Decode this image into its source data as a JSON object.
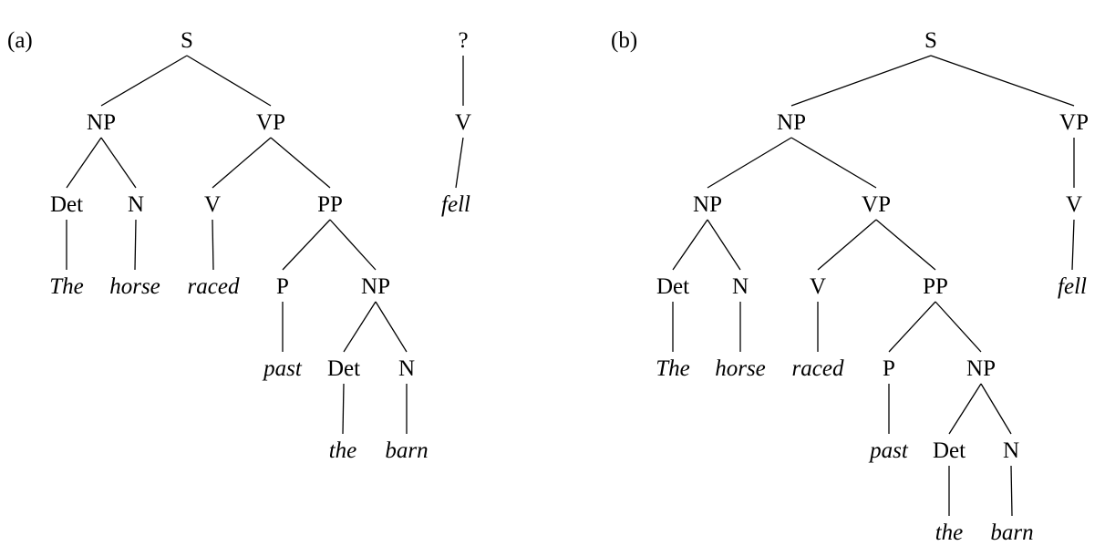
{
  "panels": [
    {
      "label": "(a)",
      "trees": [
        {
          "root": {
            "label": "S",
            "type": "cat",
            "children": [
              {
                "label": "NP",
                "type": "cat",
                "children": [
                  {
                    "label": "Det",
                    "type": "cat",
                    "children": [
                      {
                        "label": "The",
                        "type": "word"
                      }
                    ]
                  },
                  {
                    "label": "N",
                    "type": "cat",
                    "children": [
                      {
                        "label": "horse",
                        "type": "word"
                      }
                    ]
                  }
                ]
              },
              {
                "label": "VP",
                "type": "cat",
                "children": [
                  {
                    "label": "V",
                    "type": "cat",
                    "children": [
                      {
                        "label": "raced",
                        "type": "word"
                      }
                    ]
                  },
                  {
                    "label": "PP",
                    "type": "cat",
                    "children": [
                      {
                        "label": "P",
                        "type": "cat",
                        "children": [
                          {
                            "label": "past",
                            "type": "word"
                          }
                        ]
                      },
                      {
                        "label": "NP",
                        "type": "cat",
                        "children": [
                          {
                            "label": "Det",
                            "type": "cat",
                            "children": [
                              {
                                "label": "the",
                                "type": "word"
                              }
                            ]
                          },
                          {
                            "label": "N",
                            "type": "cat",
                            "children": [
                              {
                                "label": "barn",
                                "type": "word"
                              }
                            ]
                          }
                        ]
                      }
                    ]
                  }
                ]
              }
            ]
          }
        },
        {
          "root": {
            "label": "?",
            "type": "cat",
            "children": [
              {
                "label": "V",
                "type": "cat",
                "children": [
                  {
                    "label": "fell",
                    "type": "word"
                  }
                ]
              }
            ]
          }
        }
      ]
    },
    {
      "label": "(b)",
      "trees": [
        {
          "root": {
            "label": "S",
            "type": "cat",
            "children": [
              {
                "label": "NP",
                "type": "cat",
                "children": [
                  {
                    "label": "NP",
                    "type": "cat",
                    "children": [
                      {
                        "label": "Det",
                        "type": "cat",
                        "children": [
                          {
                            "label": "The",
                            "type": "word"
                          }
                        ]
                      },
                      {
                        "label": "N",
                        "type": "cat",
                        "children": [
                          {
                            "label": "horse",
                            "type": "word"
                          }
                        ]
                      }
                    ]
                  },
                  {
                    "label": "VP",
                    "type": "cat",
                    "children": [
                      {
                        "label": "V",
                        "type": "cat",
                        "children": [
                          {
                            "label": "raced",
                            "type": "word"
                          }
                        ]
                      },
                      {
                        "label": "PP",
                        "type": "cat",
                        "children": [
                          {
                            "label": "P",
                            "type": "cat",
                            "children": [
                              {
                                "label": "past",
                                "type": "word"
                              }
                            ]
                          },
                          {
                            "label": "NP",
                            "type": "cat",
                            "children": [
                              {
                                "label": "Det",
                                "type": "cat",
                                "children": [
                                  {
                                    "label": "the",
                                    "type": "word"
                                  }
                                ]
                              },
                              {
                                "label": "N",
                                "type": "cat",
                                "children": [
                                  {
                                    "label": "barn",
                                    "type": "word"
                                  }
                                ]
                              }
                            ]
                          }
                        ]
                      }
                    ]
                  }
                ]
              },
              {
                "label": "VP",
                "type": "cat",
                "children": [
                  {
                    "label": "V",
                    "type": "cat",
                    "children": [
                      {
                        "label": "fell",
                        "type": "word"
                      }
                    ]
                  }
                ]
              }
            ]
          }
        }
      ]
    }
  ]
}
